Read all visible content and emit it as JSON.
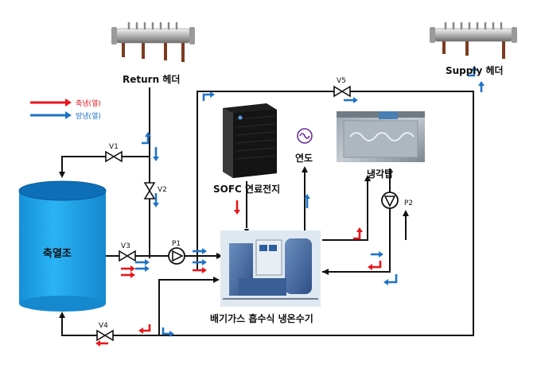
{
  "labels": {
    "return_header": "Return 헤더",
    "supply_header": "Supply 헤더",
    "storage_tank": "축열조",
    "sofc": "SOFC 연료전지",
    "flue": "연도",
    "cooling_tower": "냉각탑",
    "chiller": "배기가스 흡수식 냉온수기"
  },
  "valves": {
    "v1": "V1",
    "v2": "V2",
    "v3": "V3",
    "v4": "V4",
    "v5": "V5"
  },
  "pumps": {
    "p1": "P1",
    "p2": "P2"
  },
  "legend": {
    "hot": "축냉(열)",
    "cold": "방냉(열)"
  },
  "colors": {
    "hot": "#e8161b",
    "cold": "#1f73c6",
    "tank": "#1ea7ee",
    "line": "#111111"
  }
}
